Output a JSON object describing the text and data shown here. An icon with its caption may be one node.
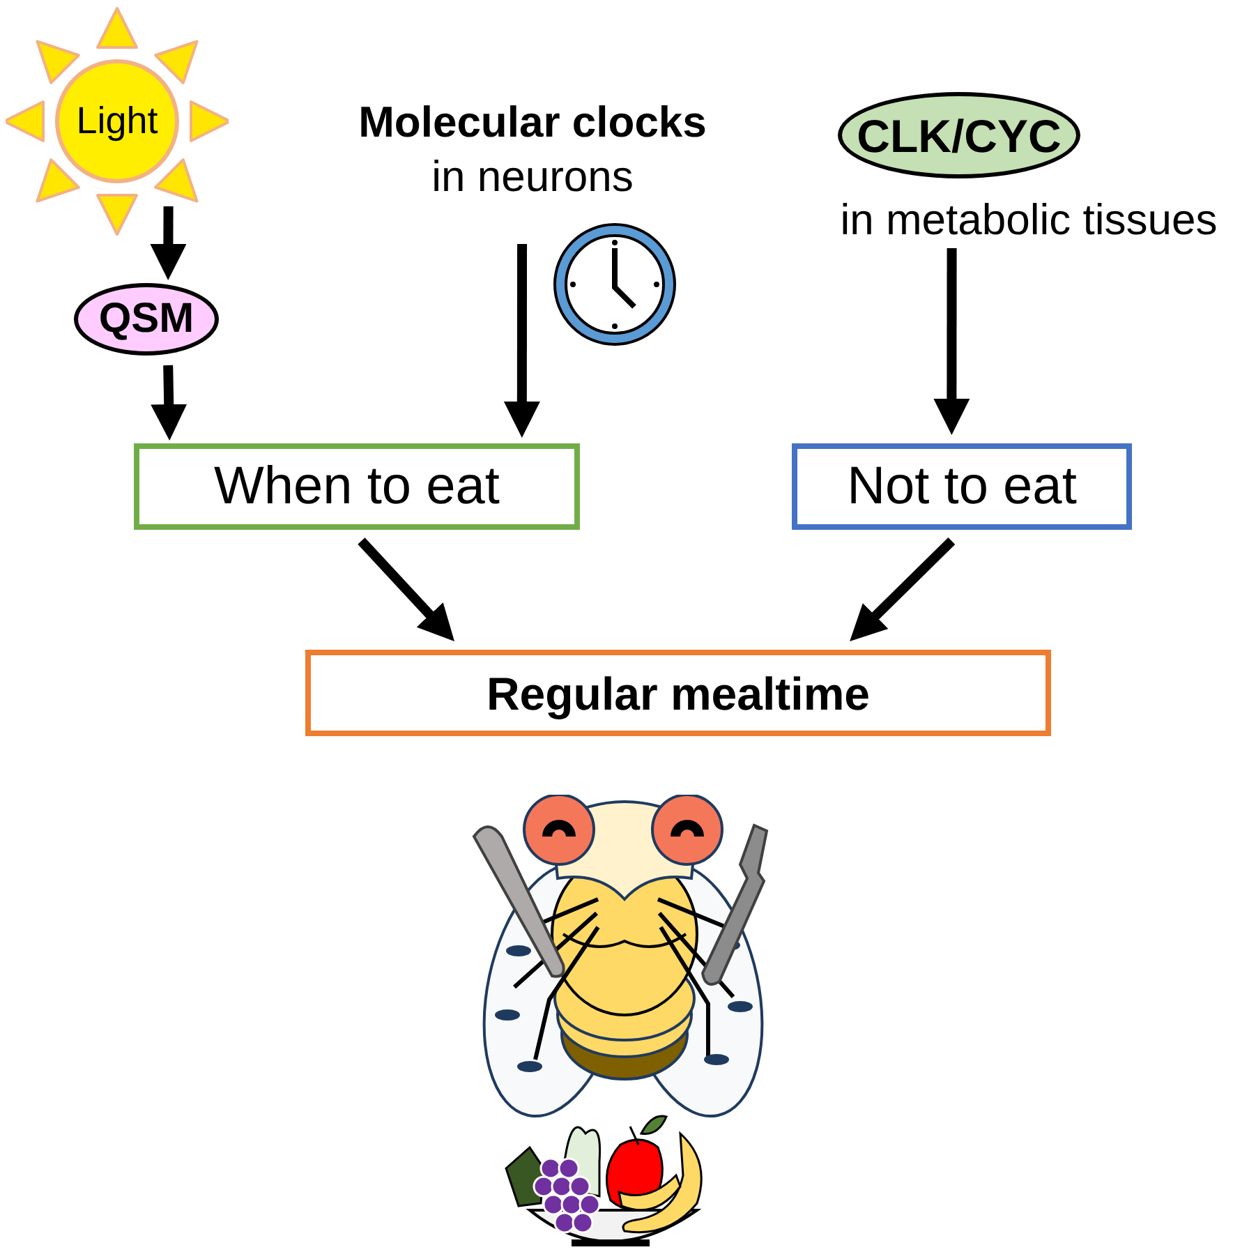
{
  "diagram": {
    "nodes": [
      {
        "text": [
          "Light"
        ]
      },
      {
        "text": [
          "QSM"
        ]
      },
      {
        "text": [
          "Molecular clocks",
          "in neurons"
        ]
      },
      {
        "text": [
          "CLK/CYC"
        ],
        "beside": [
          "in metabolic tissues"
        ]
      },
      {
        "text": [
          "When to eat"
        ]
      },
      {
        "text": [
          "Not to eat"
        ]
      },
      {
        "text": [
          "Regular mealtime"
        ]
      }
    ],
    "edges": [
      {
        "from": 0,
        "to": 1,
        "arrow": "to"
      },
      {
        "from": 1,
        "to": 4,
        "arrow": "to"
      },
      {
        "from": 2,
        "to": 4,
        "arrow": "to"
      },
      {
        "from": 3,
        "to": 5,
        "arrow": "to"
      },
      {
        "from": 4,
        "to": 6,
        "arrow": "to"
      },
      {
        "from": 5,
        "to": 6,
        "arrow": "to"
      }
    ]
  }
}
